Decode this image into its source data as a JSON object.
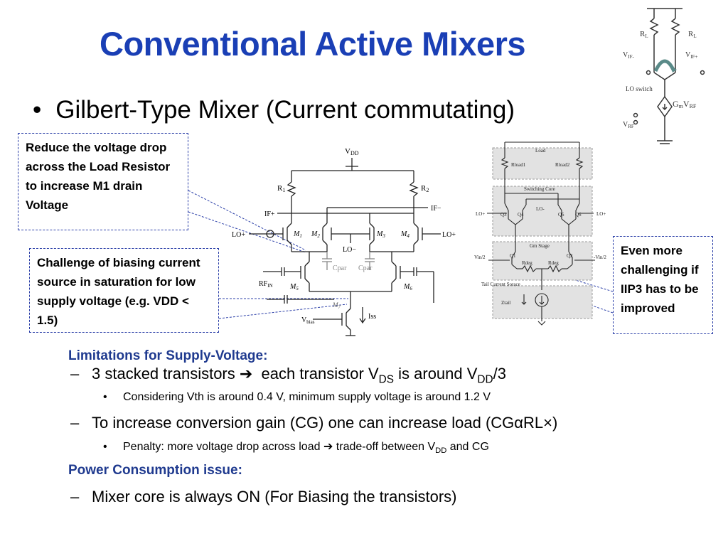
{
  "title": "Conventional Active Mixers",
  "bullet_main": {
    "symbol": "•",
    "text": "Gilbert-Type Mixer (Current commutating)"
  },
  "callouts": {
    "load_resistor": "Reduce the voltage drop across the Load Resistor to increase M1 drain Voltage",
    "biasing": "Challenge of biasing current source in saturation for low supply voltage (e.g. VDD < 1.5)",
    "iip3": "Even more challenging if IIP3 has to be improved"
  },
  "limitations": {
    "heading": "Limitations for Supply-Voltage:",
    "item1": {
      "dash": "–",
      "text_a": "3 stacked transistors ",
      "arrow": "➔",
      "text_b": "  each transistor V",
      "sub_ds": "DS",
      "text_c": " is around V",
      "sub_dd": "DD",
      "text_d": "/3"
    },
    "sub1": {
      "symbol": "•",
      "text": "Considering Vth is around 0.4 V, minimum supply voltage is around 1.2 V"
    },
    "item2": {
      "dash": "–",
      "text": "To increase conversion gain (CG) one can increase load (CGαRL×)"
    },
    "sub2": {
      "symbol": "•",
      "text_a": "Penalty: more voltage drop across load ",
      "arrow": "➔",
      "text_b": " trade-off between V",
      "sub_dd": "DD",
      "text_c": " and CG"
    }
  },
  "power": {
    "heading": "Power Consumption issue:",
    "item": {
      "dash": "–",
      "text": "Mixer core is always ON (For Biasing the transistors)"
    }
  },
  "schematic_main": {
    "vdd": "V",
    "vdd_sub": "DD",
    "r1": "R",
    "r1_sub": "1",
    "r2": "R",
    "r2_sub": "2",
    "ifp": "IF+",
    "ifm": "IF−",
    "lop": "LO+",
    "lom": "LO−",
    "lop2": "LO+",
    "m1": "M",
    "m1_sub": "1",
    "m2": "M",
    "m2_sub": "2",
    "m3": "M",
    "m3_sub": "3",
    "m4": "M",
    "m4_sub": "4",
    "m5": "M",
    "m5_sub": "5",
    "m6": "M",
    "m6_sub": "6",
    "m7": "M",
    "m7_sub": "7",
    "cpar1": "Cpar",
    "cpar2": "Cpar",
    "rfin": "RF",
    "rfin_sub": "IN",
    "vbias": "V",
    "vbias_sub": "bias",
    "iss": "Iss"
  },
  "schematic_blocks": {
    "load": "Load",
    "rload1": "Rload1",
    "rload2": "Rload2",
    "switching": "Switching Core",
    "q3": "Q3",
    "q4": "Q4",
    "q5": "Q5",
    "q6": "Q6",
    "lop": "LO+",
    "lom": "LO-",
    "lop2": "LO+",
    "gm": "Gm Stage",
    "q1": "Q1",
    "q2": "Q2",
    "rdeg1": "Rdeg",
    "rdeg2": "Rdeg",
    "vinp": "Vin/2",
    "vinm": "-Vin/2",
    "tail": "Tail Current Sorace",
    "ztail": "Ztail"
  },
  "schematic_corner": {
    "rl1": "R",
    "rl1_sub": "L",
    "rl2": "R",
    "rl2_sub": "L",
    "vifm": "V",
    "vifm_sub": "IF-",
    "vifp": "V",
    "vifp_sub": "IF+",
    "lo_switch": "LO switch",
    "gm": "G",
    "gm_sub": "m",
    "gm_v": "V",
    "gm_v_sub": "RF",
    "vrf": "V",
    "vrf_sub": "RF"
  },
  "colors": {
    "title": "#1a3fb5",
    "section_heading": "#1f3a8f",
    "callout_border": "#2b3fa8",
    "corner_accent": "#5a8a88"
  }
}
